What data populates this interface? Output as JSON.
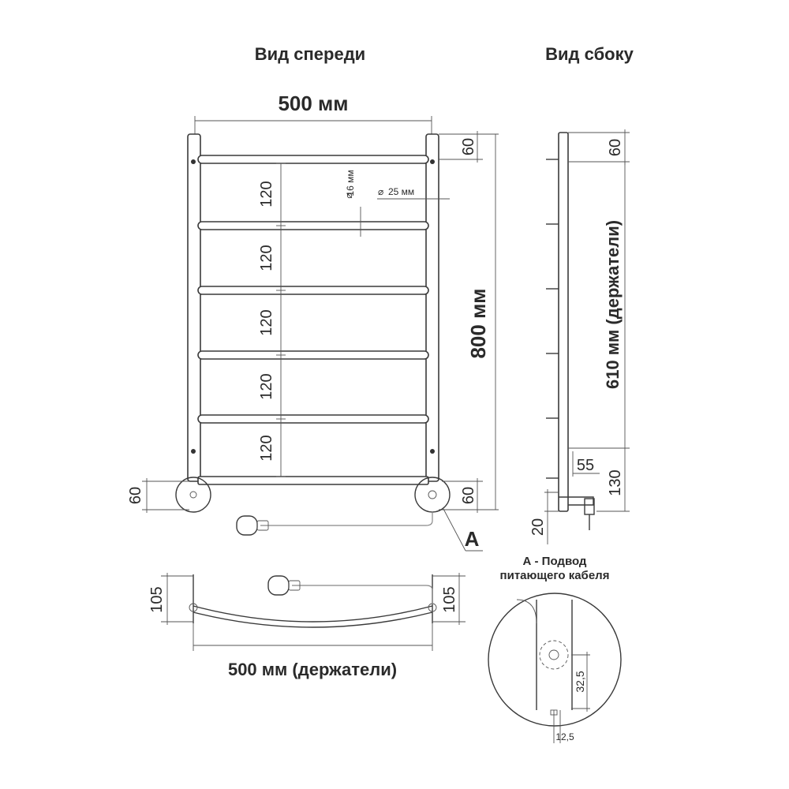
{
  "headings": {
    "front_view": "Вид спереди",
    "side_view": "Вид сбоку"
  },
  "front": {
    "width_label": "500 мм",
    "height_label": "800 мм",
    "top_offset": "60",
    "bottom_offset_left": "60",
    "bottom_offset_right": "60",
    "bar_spacing": [
      "120",
      "120",
      "120",
      "120",
      "120"
    ],
    "pipe_diameter_small": "16 мм",
    "pipe_diameter_large": "25 мм",
    "detail_marker": "A"
  },
  "side": {
    "top_offset": "60",
    "holders_label": "610 мм (держатели)",
    "depth_label": "55",
    "bottom_label": "130",
    "cable_offset": "20"
  },
  "bottom_view": {
    "depth_left": "105",
    "depth_right": "105",
    "width_label": "500 мм (держатели)"
  },
  "detail": {
    "caption_line1": "А - Подвод",
    "caption_line2": "питающего кабеля",
    "vertical_dim": "32,5",
    "horizontal_dim": "12,5"
  }
}
